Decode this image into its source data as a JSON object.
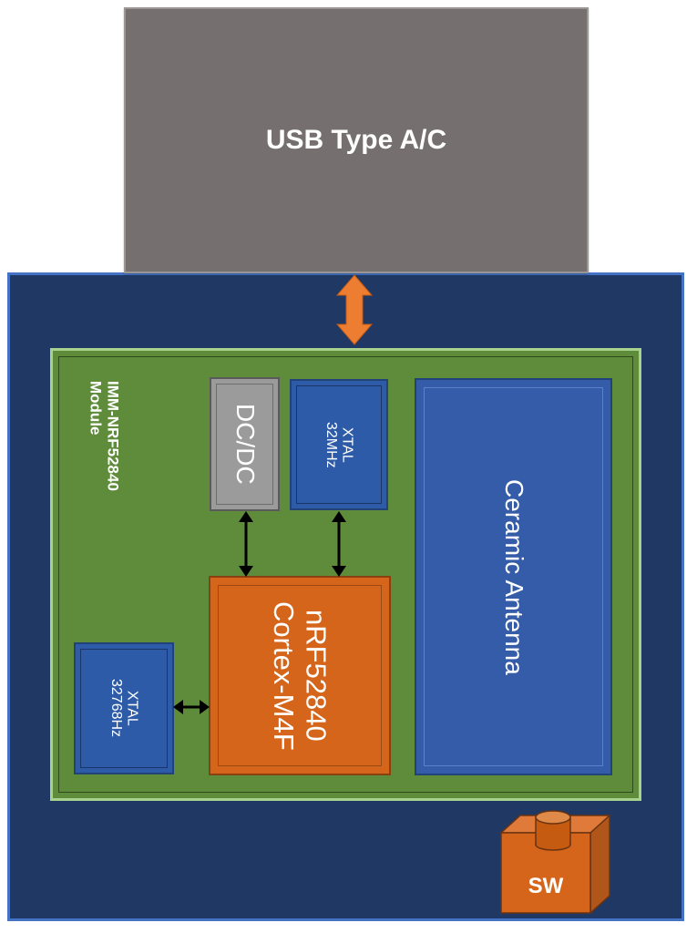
{
  "usb": {
    "label": "USB Type A/C"
  },
  "module": {
    "label_line1": "IMM-NRF52840",
    "label_line2": "Module"
  },
  "dcdc": {
    "label": "DC/DC"
  },
  "xtal_32mhz": {
    "line1": "XTAL",
    "line2": "32MHz"
  },
  "xtal_32768hz": {
    "line1": "XTAL",
    "line2": "32768Hz"
  },
  "mcu": {
    "line1": "nRF52840",
    "line2": "Cortex-M4F"
  },
  "antenna": {
    "label": "Ceramic Antenna"
  },
  "switch": {
    "label": "SW"
  },
  "colors": {
    "usb": "#756f6f",
    "board": "#1f3864",
    "module": "#5e8c3a",
    "mcu": "#d4651a",
    "blue_block": "#2e5ba8",
    "usb_arrow": "#ed7d31"
  }
}
